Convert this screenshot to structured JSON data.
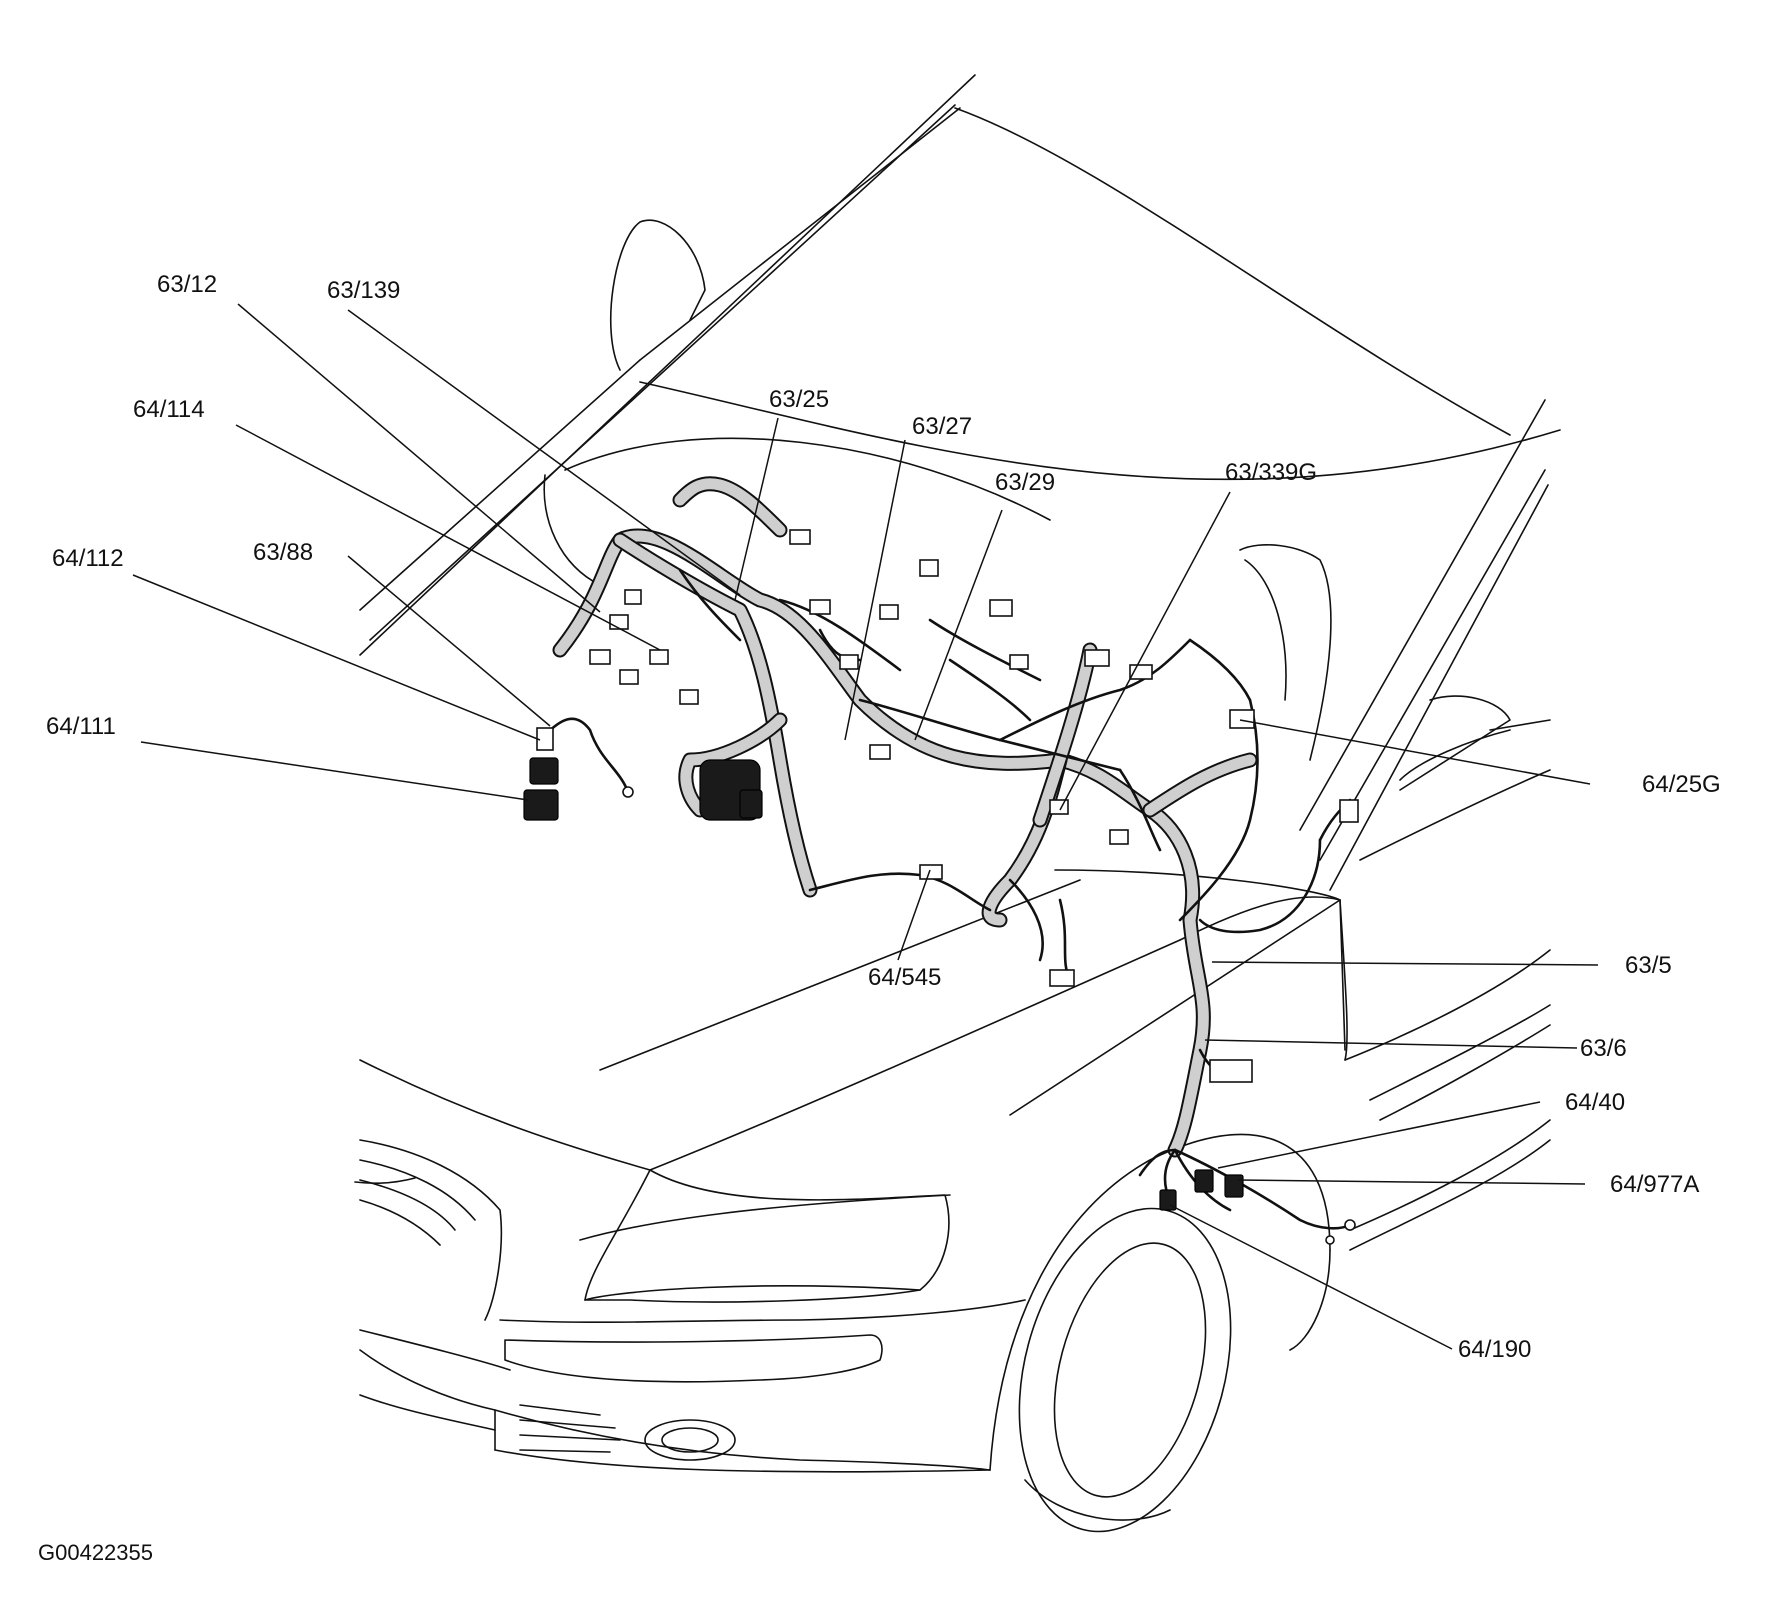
{
  "figure_id": "G00422355",
  "callouts": [
    {
      "id": "c1",
      "text": "63/12"
    },
    {
      "id": "c2",
      "text": "63/139"
    },
    {
      "id": "c3",
      "text": "64/114"
    },
    {
      "id": "c4",
      "text": "63/25"
    },
    {
      "id": "c5",
      "text": "63/27"
    },
    {
      "id": "c6",
      "text": "63/29"
    },
    {
      "id": "c7",
      "text": "63/339G"
    },
    {
      "id": "c8",
      "text": "64/112"
    },
    {
      "id": "c9",
      "text": "63/88"
    },
    {
      "id": "c10",
      "text": "64/111"
    },
    {
      "id": "c11",
      "text": "64/25G"
    },
    {
      "id": "c12",
      "text": "63/5"
    },
    {
      "id": "c13",
      "text": "63/6"
    },
    {
      "id": "c14",
      "text": "64/40"
    },
    {
      "id": "c15",
      "text": "64/977A"
    },
    {
      "id": "c16",
      "text": "64/545"
    },
    {
      "id": "c17",
      "text": "64/190"
    }
  ]
}
